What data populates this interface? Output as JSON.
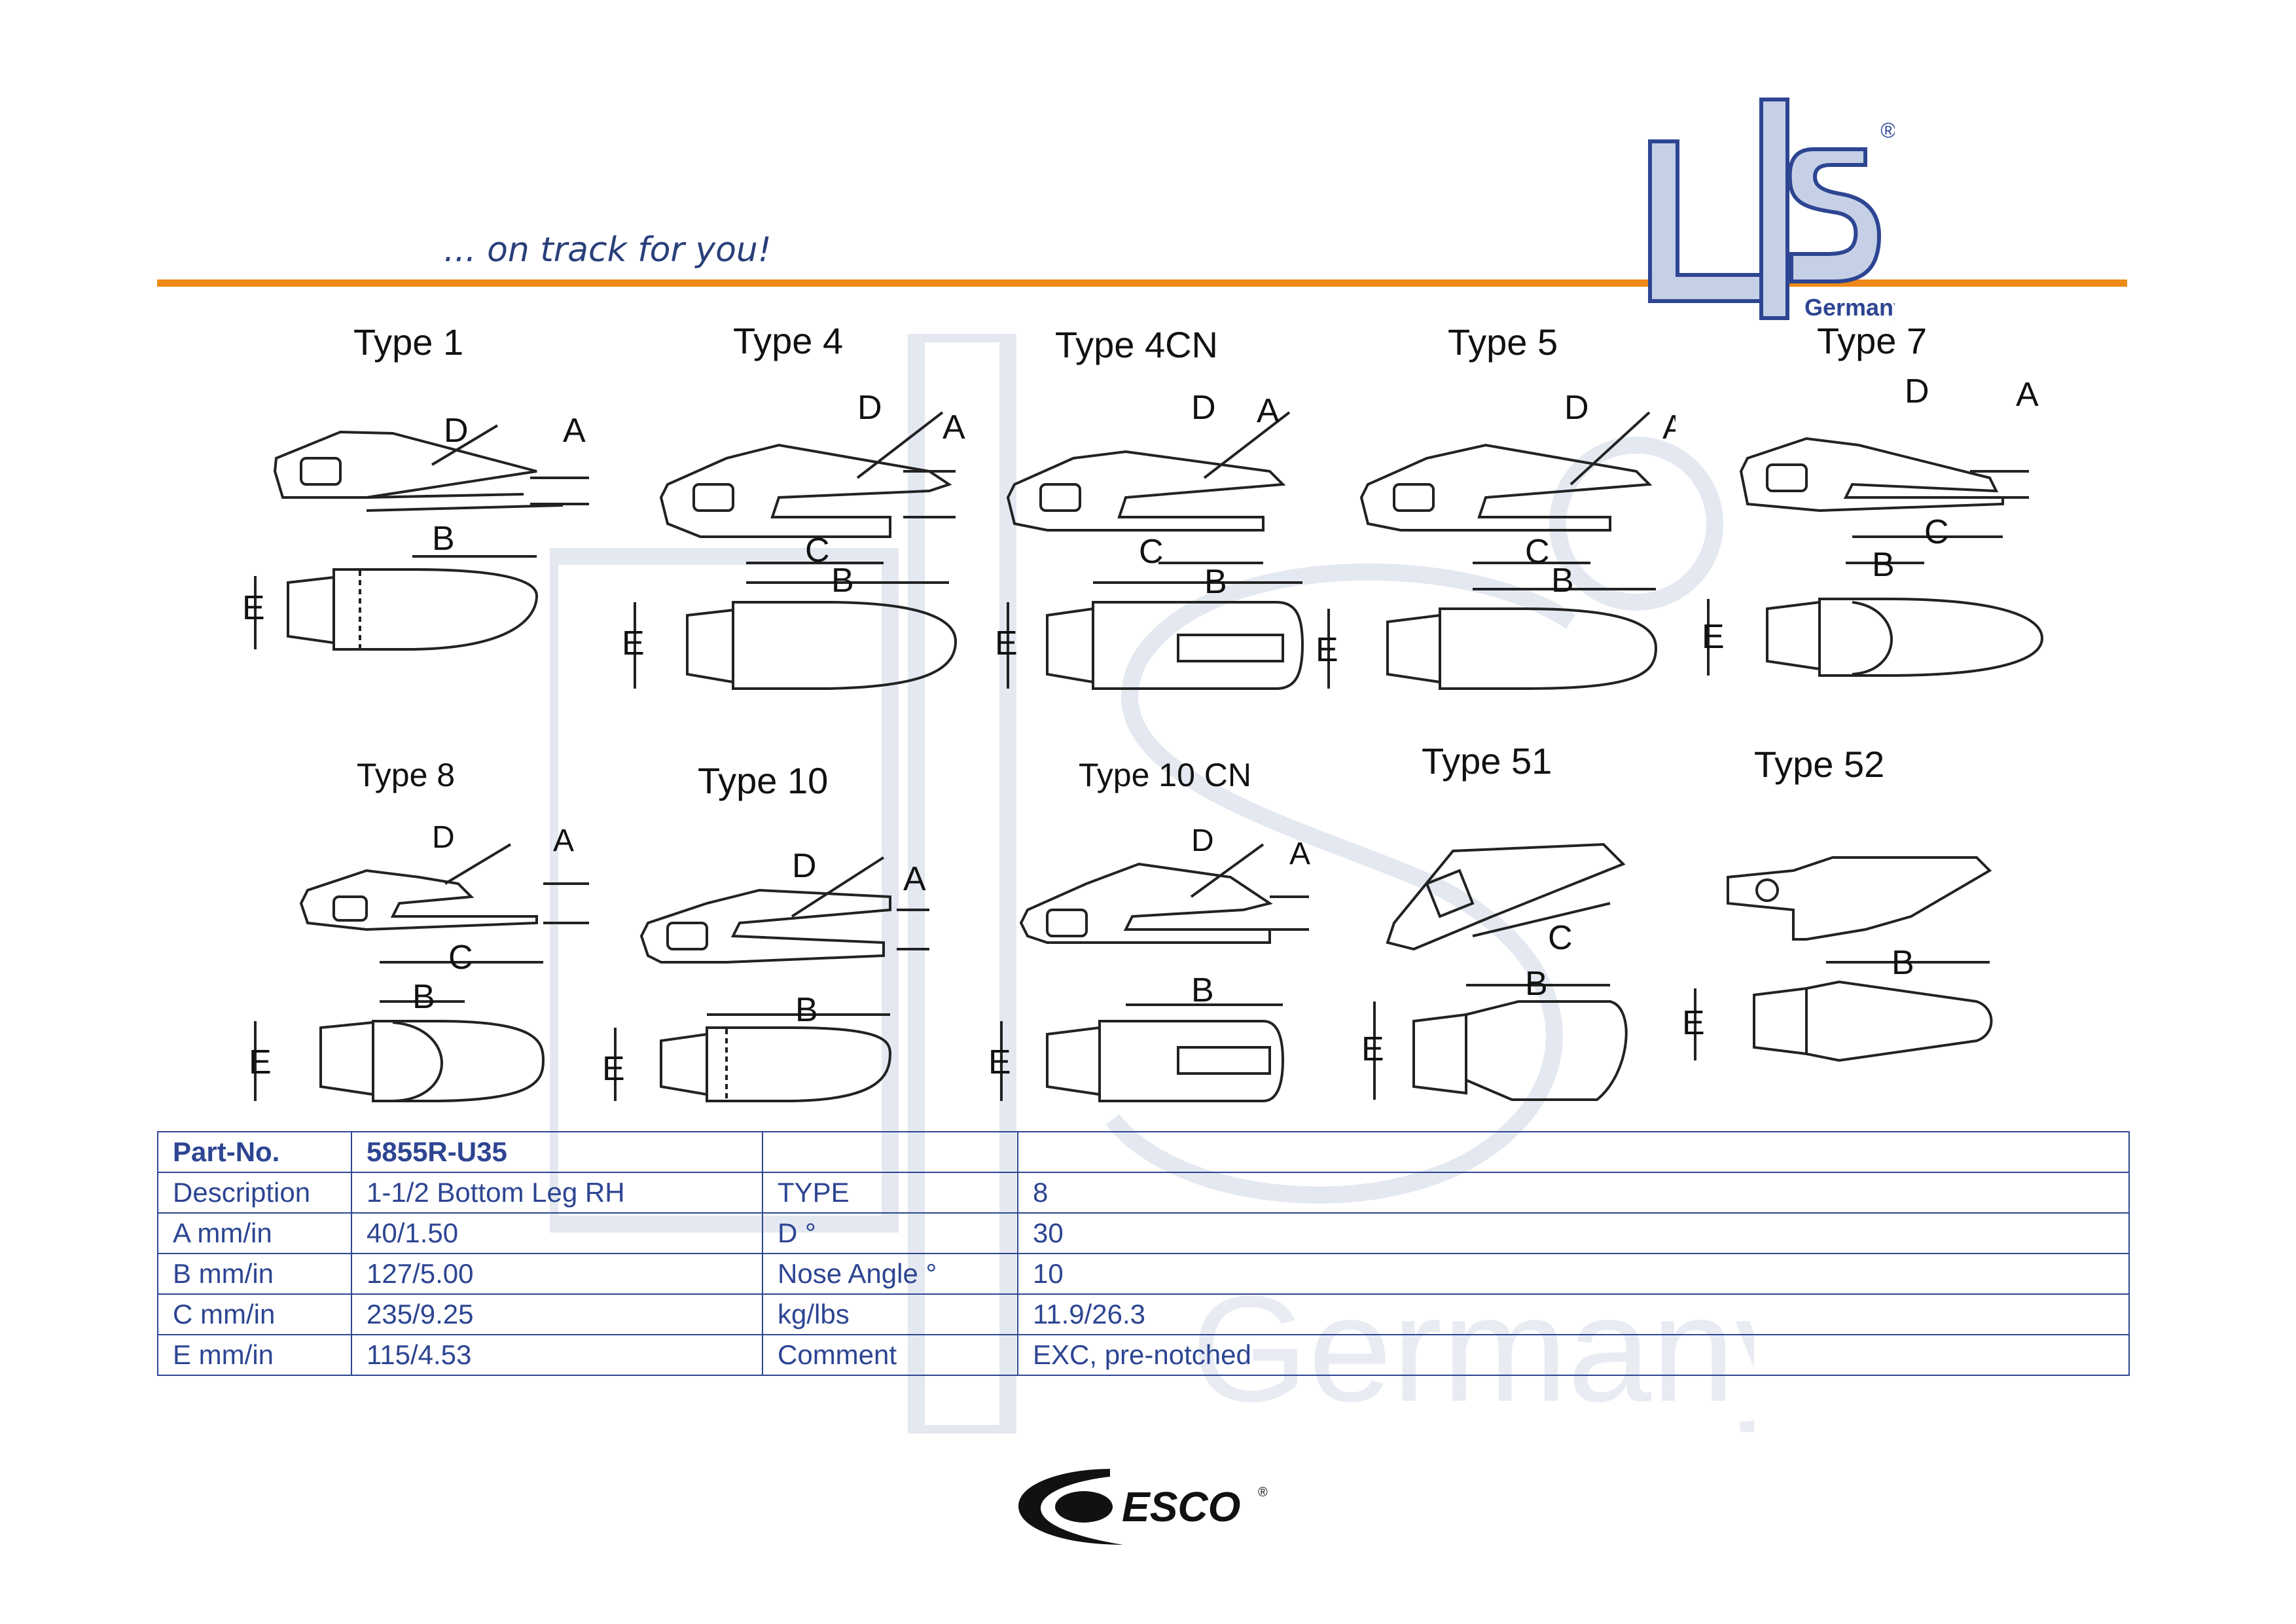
{
  "header": {
    "tagline": "... on track for you!",
    "logo": {
      "mark": "LiS",
      "subtitle": "Germany",
      "registered": "®"
    }
  },
  "colors": {
    "accent_orange": "#ee8a17",
    "brand_blue": "#2d4592",
    "logo_fill": "#c5d0e6",
    "watermark": "#e4e8f0"
  },
  "types": [
    {
      "label": "Type 1",
      "dims": [
        "D",
        "A",
        "B",
        "E"
      ]
    },
    {
      "label": "Type 4",
      "dims": [
        "D",
        "A",
        "C",
        "B",
        "E"
      ]
    },
    {
      "label": "Type 4CN",
      "dims": [
        "D",
        "A",
        "C",
        "B",
        "E"
      ]
    },
    {
      "label": "Type 5",
      "dims": [
        "D",
        "A",
        "C",
        "B",
        "E"
      ]
    },
    {
      "label": "Type 7",
      "dims": [
        "D",
        "A",
        "C",
        "B",
        "E"
      ]
    },
    {
      "label": "Type 8",
      "dims": [
        "D",
        "A",
        "C",
        "B",
        "E"
      ]
    },
    {
      "label": "Type 10",
      "dims": [
        "D",
        "A",
        "B",
        "E"
      ]
    },
    {
      "label": "Type 10 CN",
      "dims": [
        "D",
        "A",
        "B",
        "E"
      ]
    },
    {
      "label": "Type 51",
      "dims": [
        "C",
        "B",
        "E"
      ]
    },
    {
      "label": "Type 52",
      "dims": [
        "B",
        "E"
      ]
    }
  ],
  "spec_table": {
    "rows": [
      [
        "Part-No.",
        "5855R-U35",
        "",
        ""
      ],
      [
        "Description",
        "1-1/2 Bottom Leg RH",
        "TYPE",
        "8"
      ],
      [
        "A mm/in",
        "40/1.50",
        "D °",
        "30"
      ],
      [
        "B mm/in",
        "127/5.00",
        "Nose Angle °",
        "10"
      ],
      [
        "C mm/in",
        "235/9.25",
        "kg/lbs",
        "11.9/26.3"
      ],
      [
        "E mm/in",
        "115/4.53",
        "Comment",
        "EXC, pre-notched"
      ]
    ]
  },
  "footer": {
    "brand": "ESCO",
    "registered": "®"
  }
}
